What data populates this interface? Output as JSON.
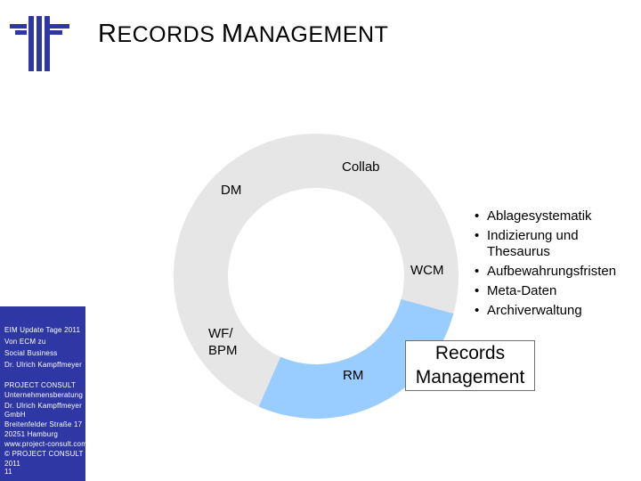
{
  "header": {
    "title_cap1": "R",
    "title_rest1": "ECORDS ",
    "title_cap2": "M",
    "title_rest2": "ANAGEMENT"
  },
  "logo": {
    "icon": "project-consult-logo",
    "color": "#2e37a3"
  },
  "diagram": {
    "segments": [
      "Collab",
      "DM",
      "WCM",
      "WF/ BPM",
      "RM"
    ],
    "ring_color": "#e6e6e6",
    "highlight_color": "#99ccff",
    "bullets": [
      "Ablagesystematik",
      "Indizierung und",
      "Thesaurus",
      "Aufbewahrungsfristen",
      "Meta-Daten",
      "Archiverwaltung"
    ],
    "box_line1": "Records",
    "box_line2": "Management"
  },
  "sidebar": {
    "color": "#2e37a3",
    "lines": [
      "EIM Update Tage 2011",
      "Von ECM zu",
      "Social Business",
      "Dr. Ulrich Kampffmeyer",
      "PROJECT CONSULT",
      "Unternehmensberatung",
      "Dr. Ulrich Kampffmeyer",
      "GmbH",
      "Breitenfelder Straße 17",
      "20251 Hamburg",
      "www.project-consult.com",
      "© PROJECT CONSULT",
      "2011",
      "11"
    ]
  }
}
